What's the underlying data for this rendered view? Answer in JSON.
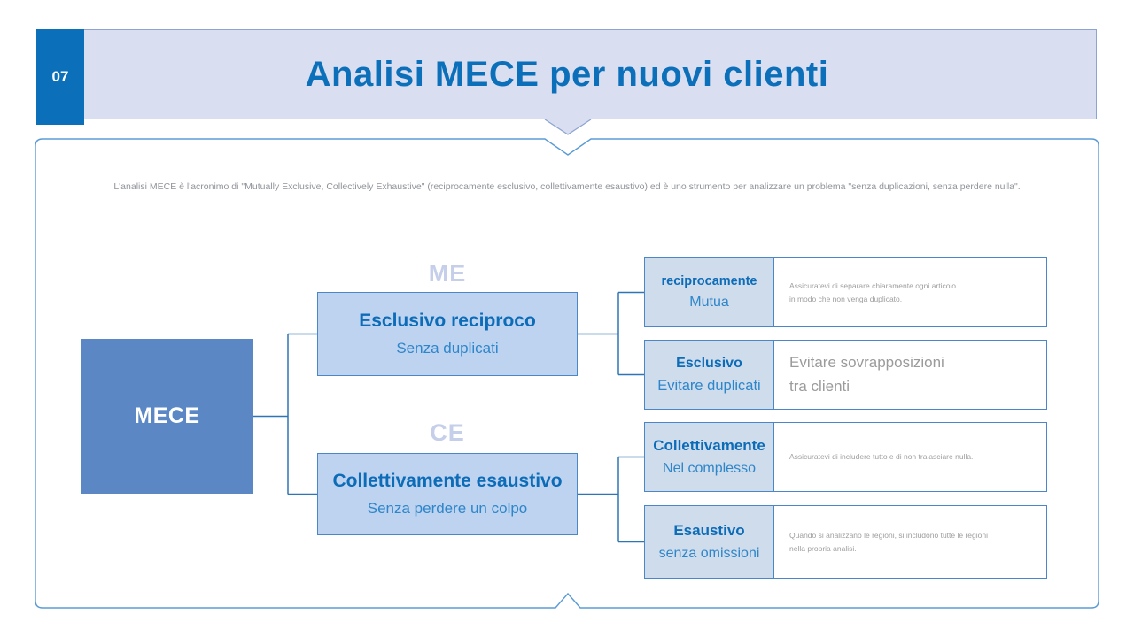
{
  "slide": {
    "page_number": "07",
    "title": "Analisi MECE per nuovi clienti",
    "intro": "L'analisi MECE è l'acronimo di \"Mutually Exclusive, Collectively Exhaustive\" (reciprocamente esclusivo, collettivamente esaustivo) ed è uno strumento per analizzare un problema \"senza duplicazioni, senza perdere nulla\"."
  },
  "diagram": {
    "root": {
      "label": "MECE"
    },
    "branches": [
      {
        "tag": "ME",
        "title": "Esclusivo reciproco",
        "subtitle": "Senza duplicati",
        "children": [
          {
            "title": "reciprocamente",
            "subtitle": "Mutua",
            "description": "Assicuratevi di separare chiaramente ogni articolo\nin modo che non venga duplicato."
          },
          {
            "title": "Esclusivo",
            "subtitle": "Evitare duplicati",
            "description": "Evitare sovrapposizioni\n tra clienti"
          }
        ]
      },
      {
        "tag": "CE",
        "title": "Collettivamente esaustivo",
        "subtitle": "Senza perdere un colpo",
        "children": [
          {
            "title": "Collettivamente",
            "subtitle": "Nel complesso",
            "description": "Assicuratevi di includere tutto e di non tralasciare nulla."
          },
          {
            "title": "Esaustivo",
            "subtitle": "senza omissioni",
            "description": "Quando si analizzano le regioni, si includono tutte le regioni\nnella propria analisi."
          }
        ]
      }
    ]
  },
  "colors": {
    "accent_blue": "#0b6fba",
    "banner_fill": "#d9def0",
    "banner_border": "#8ca3d3",
    "frame_border": "#5b9bd5",
    "connector": "#2e75b6",
    "root_fill": "#5b87c5",
    "branch_fill": "#bdd3f0",
    "leaf_label_fill": "#cfdcec",
    "box_border": "#4a86c8",
    "subtitle_blue": "#2e86ca",
    "watermark": "#c5cfe9",
    "gray_text": "#9e9e9e"
  }
}
